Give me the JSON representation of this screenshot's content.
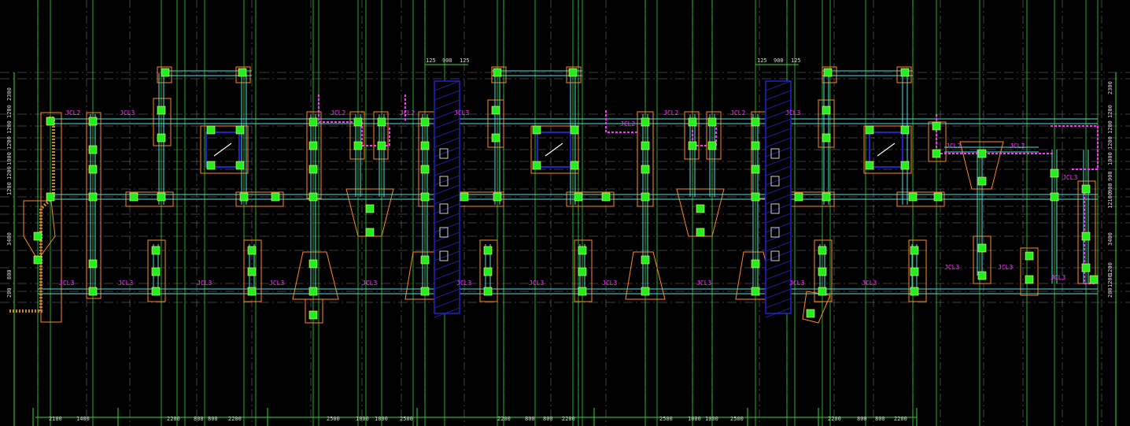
{
  "drawing": {
    "beam_labels": {
      "jcl2": "JCL2",
      "jcl3": "JCL3"
    },
    "bottom_dims": [
      "2100",
      "1400",
      "2200",
      "800",
      "800",
      "2200",
      "2500",
      "1000",
      "1000",
      "2500",
      "2200",
      "800",
      "800",
      "2200",
      "2500",
      "1000",
      "1000",
      "2500",
      "2200",
      "800",
      "800",
      "2200"
    ],
    "top_dims_a": [
      "125",
      "900",
      "125"
    ],
    "top_dims_b": [
      "125",
      "900",
      "125"
    ],
    "left_dims": [
      "2300",
      "1200",
      "1200",
      "1200",
      "1000",
      "1200",
      "1200",
      "3400",
      "800",
      "200"
    ],
    "right_dims": [
      "2300",
      "1200",
      "1200",
      "1200",
      "1000",
      "900",
      "900",
      "12100",
      "3400",
      "1200",
      "1200",
      "200"
    ],
    "colors": {
      "axis": "#33dd33",
      "beam": "#55dddd",
      "column": "#22ee22",
      "footing": "#ff8822",
      "magenta": "#ff33ff",
      "hatch_blue": "#2222cc",
      "white_grid": "#dddddd"
    }
  }
}
